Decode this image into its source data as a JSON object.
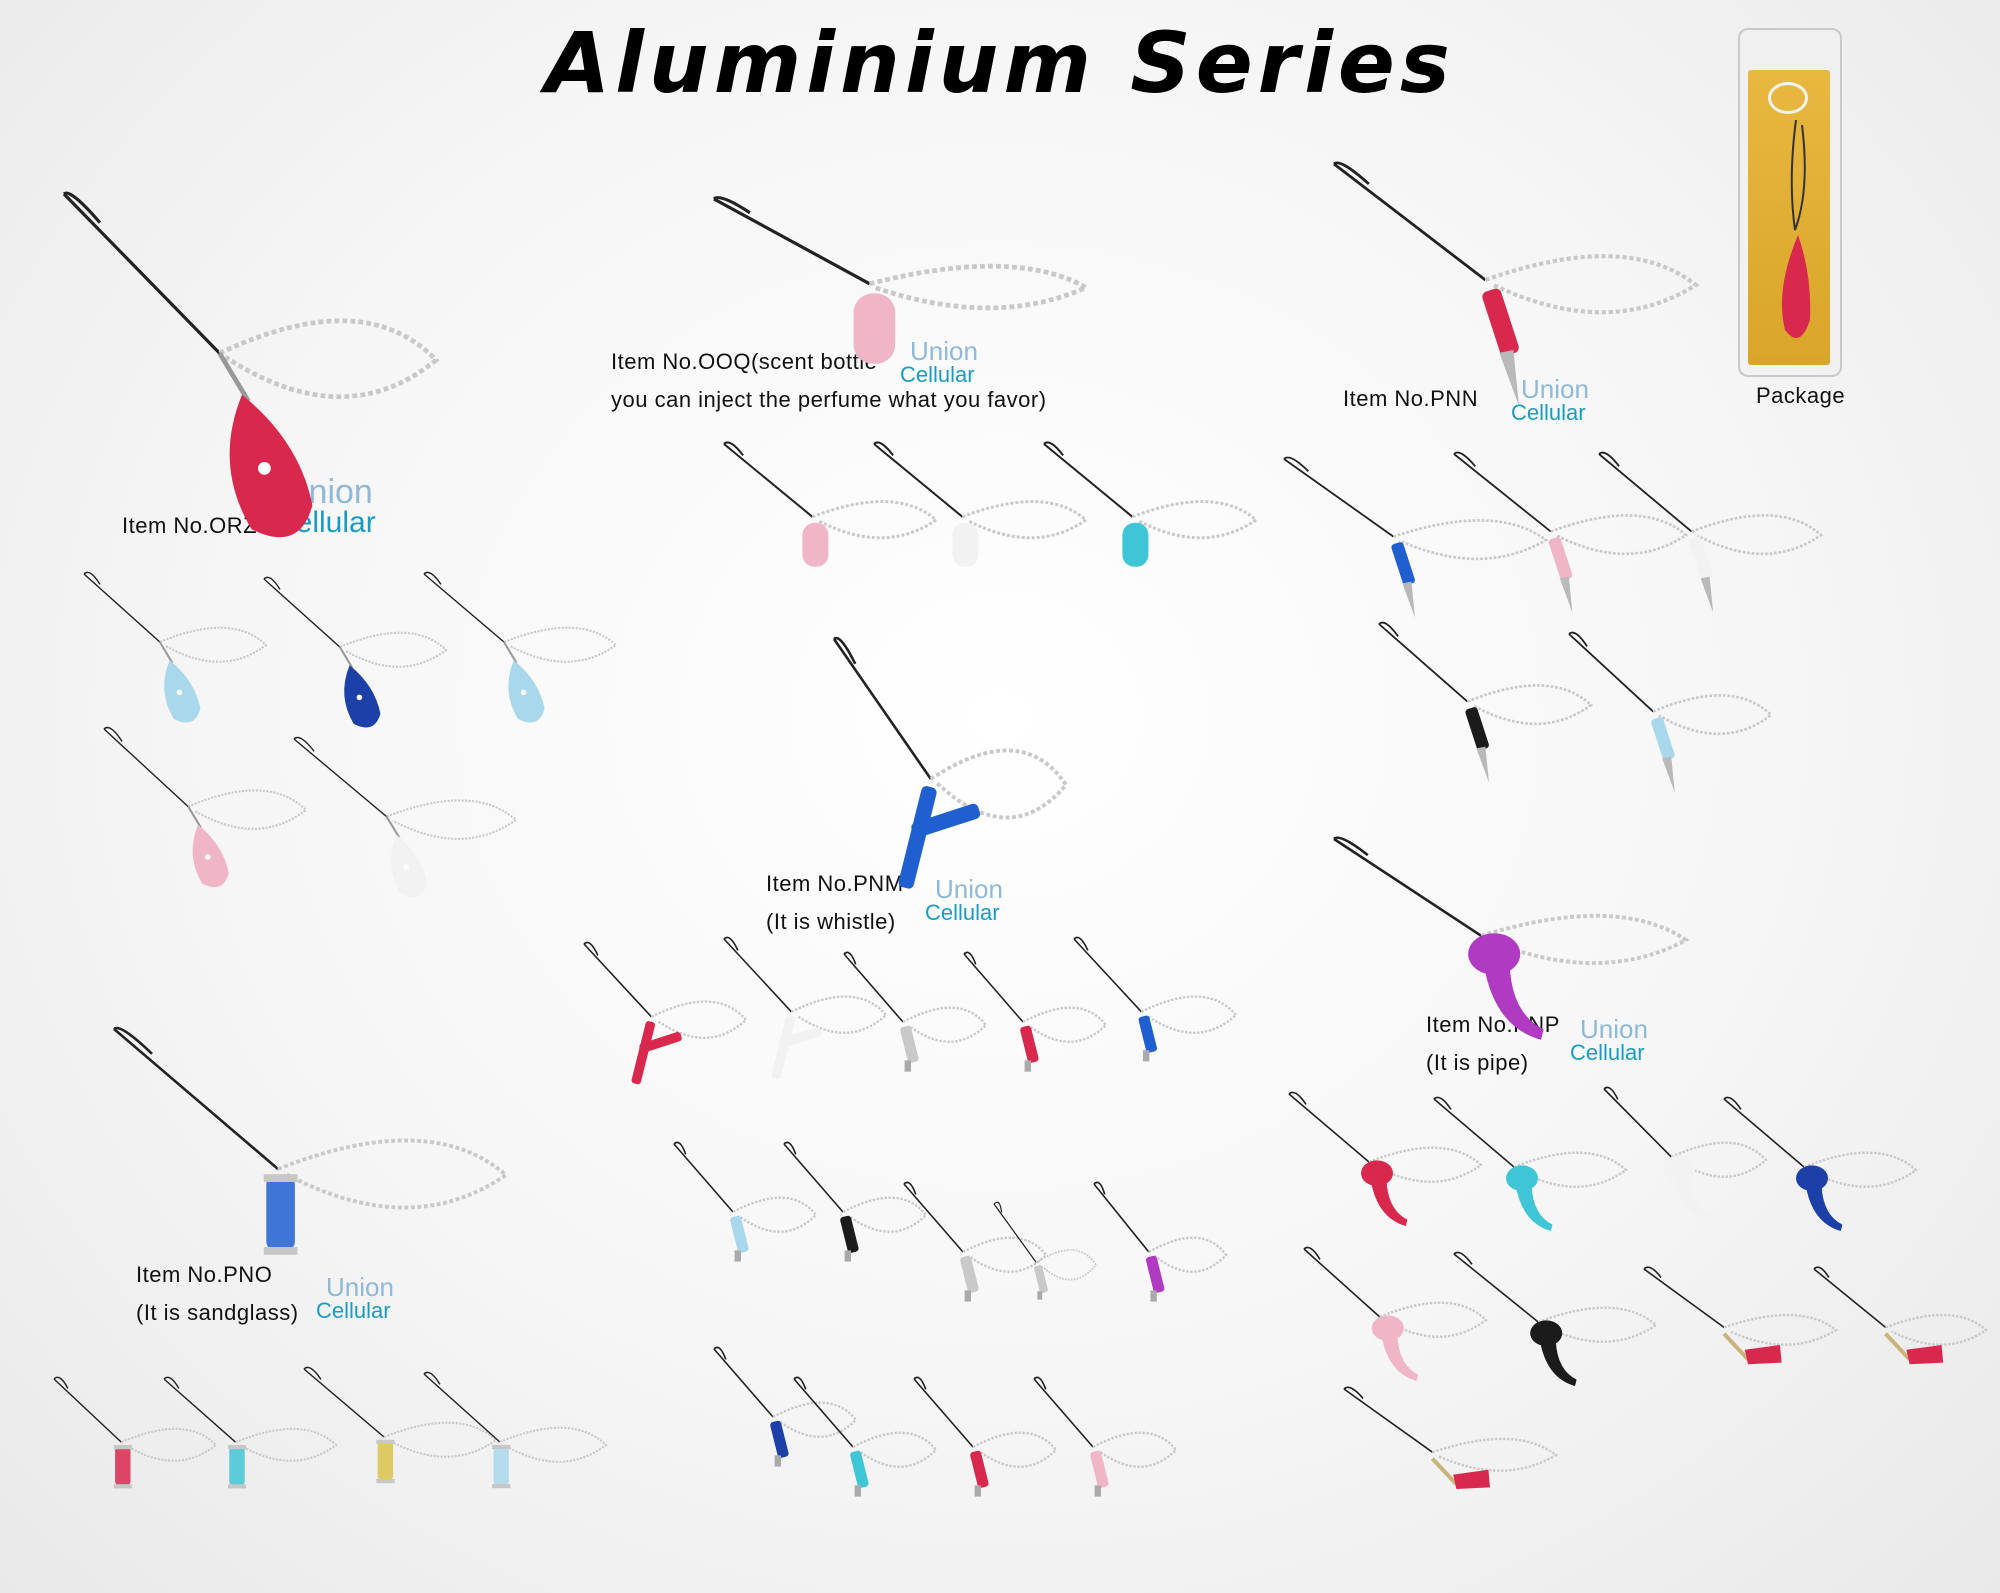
{
  "title": "Aluminium Series",
  "watermark": {
    "top": "Union",
    "bottom": "Cellular"
  },
  "items": {
    "orz": {
      "line1": "Item No.ORZ",
      "line2": ""
    },
    "ooq": {
      "line1": "Item No.OOQ(scent bottle",
      "line2": "you can inject the perfume what you favor)"
    },
    "pnn": {
      "line1": "Item No.PNN",
      "line2": ""
    },
    "package": {
      "line1": "Package",
      "line2": ""
    },
    "pnm": {
      "line1": "Item No.PNM",
      "line2": "(It is whistle)"
    },
    "pnp": {
      "line1": "Item No.PNP",
      "line2": "(It is pipe)"
    },
    "pno": {
      "line1": "Item No.PNO",
      "line2": "(It is sandglass)"
    }
  },
  "colors": {
    "red": "#d8284e",
    "pink": "#f0b6c8",
    "blue": "#1f5fd0",
    "navy": "#1d3fa8",
    "cyan": "#3fc6d6",
    "lightblue": "#a9d8ec",
    "white": "#f2f2f2",
    "black": "#1b1b1b",
    "magenta": "#b03ac2",
    "silver": "#c9c9c9",
    "watermark": "#1a9bc4"
  }
}
